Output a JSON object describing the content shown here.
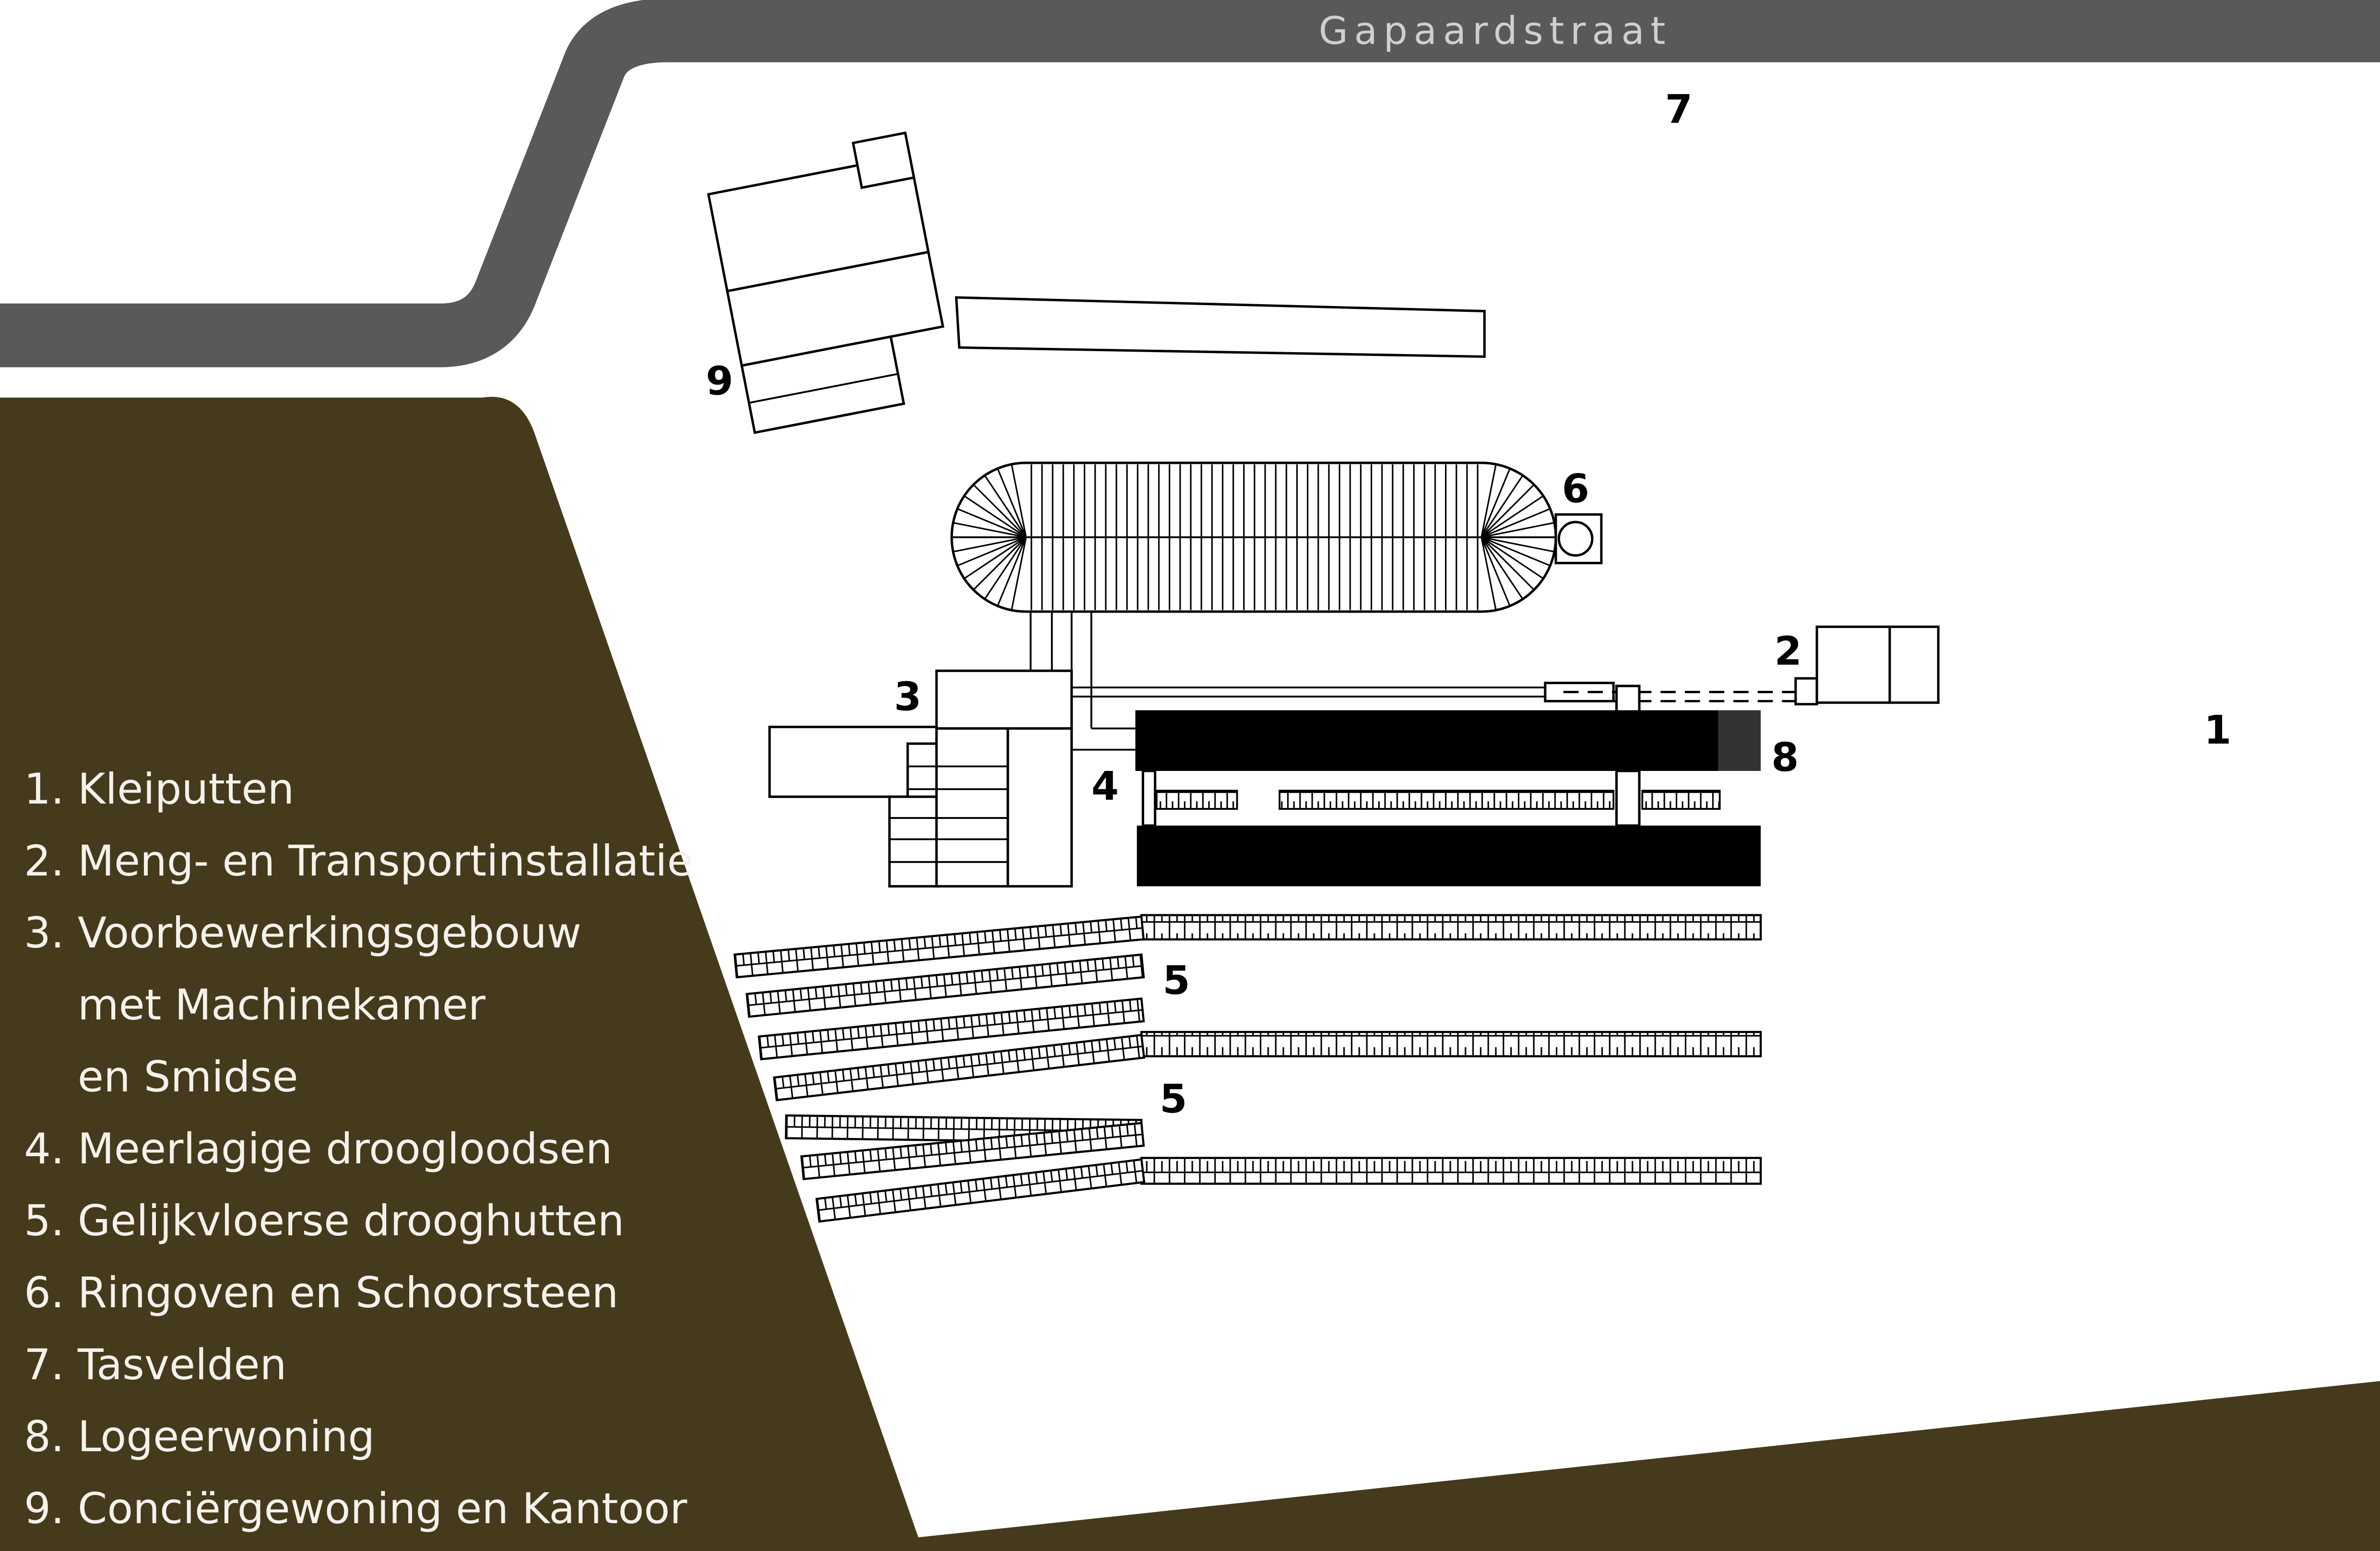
{
  "street_name": "Gapaardstraat",
  "colors": {
    "terrain": "#463a1c",
    "road": "#595959",
    "building_dark": "#000000",
    "building_end": "#333333"
  },
  "site_labels": {
    "n1": "1",
    "n2": "2",
    "n3": "3",
    "n4": "4",
    "n5a": "5",
    "n5b": "5",
    "n6": "6",
    "n7": "7",
    "n8": "8",
    "n9": "9"
  },
  "legend": [
    "1. Kleiputten",
    "2. Meng- en Transportinstallatie",
    "3. Voorbewerkingsgebouw",
    "    met Machinekamer",
    "    en Smidse",
    "4. Meerlagige droogloodsen",
    "5. Gelijkvloerse drooghutten",
    "6. Ringoven en Schoorsteen",
    "7. Tasvelden",
    "8. Logeerwoning",
    "9. Conciërgewoning en Kantoor"
  ]
}
